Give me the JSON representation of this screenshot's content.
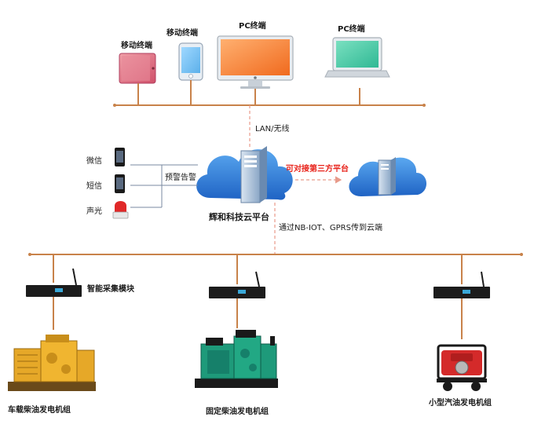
{
  "terminals": {
    "mobile_1": "移动终端",
    "mobile_2": "移动终端",
    "pc_1": "PC终端",
    "pc_2": "PC终端"
  },
  "network": {
    "link_label": "LAN/无线",
    "uplink_label": "通过NB-IOT、GPRS传到云端"
  },
  "platform": {
    "name": "辉和科技云平台",
    "third_party_label": "可对接第三方平台"
  },
  "alerts": {
    "label": "预警告警",
    "items": [
      "微信",
      "短信",
      "声光"
    ]
  },
  "collector": {
    "label": "智能采集模块"
  },
  "generators": [
    {
      "label": "车载柴油发电机组"
    },
    {
      "label": "固定柴油发电机组"
    },
    {
      "label": "小型汽油发电机组"
    }
  ],
  "colors": {
    "bus_line": "#c8824a",
    "dash_line": "#e89a8a",
    "alert_text": "#e8241c",
    "cloud_blue": "#2f7fd6",
    "generator_yellow": "#f0b530",
    "generator_green": "#1e9a7a",
    "generator_red": "#d42a2a"
  }
}
